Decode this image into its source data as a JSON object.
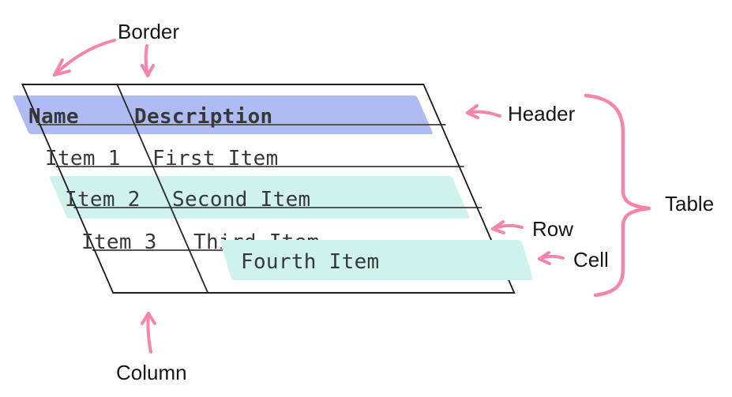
{
  "labels": {
    "border": "Border",
    "header": "Header",
    "table": "Table",
    "row": "Row",
    "cell": "Cell",
    "column": "Column"
  },
  "table_graphic": {
    "columns": [
      "Name",
      "Description"
    ],
    "rows": [
      [
        "Item 1",
        "First Item"
      ],
      [
        "Item 2",
        "Second Item"
      ],
      [
        "Item 3",
        "Third Item"
      ]
    ],
    "floating_cell": "Fourth Item"
  },
  "colors": {
    "header_highlight": "#afbbf3",
    "row_highlight": "#cff3ec",
    "annotation_pink": "#f685aa",
    "table_border": "#1d1d1d",
    "grid_line": "#555555",
    "table_text": "#383838",
    "label_text": "#161616",
    "background": "#ffffff"
  }
}
